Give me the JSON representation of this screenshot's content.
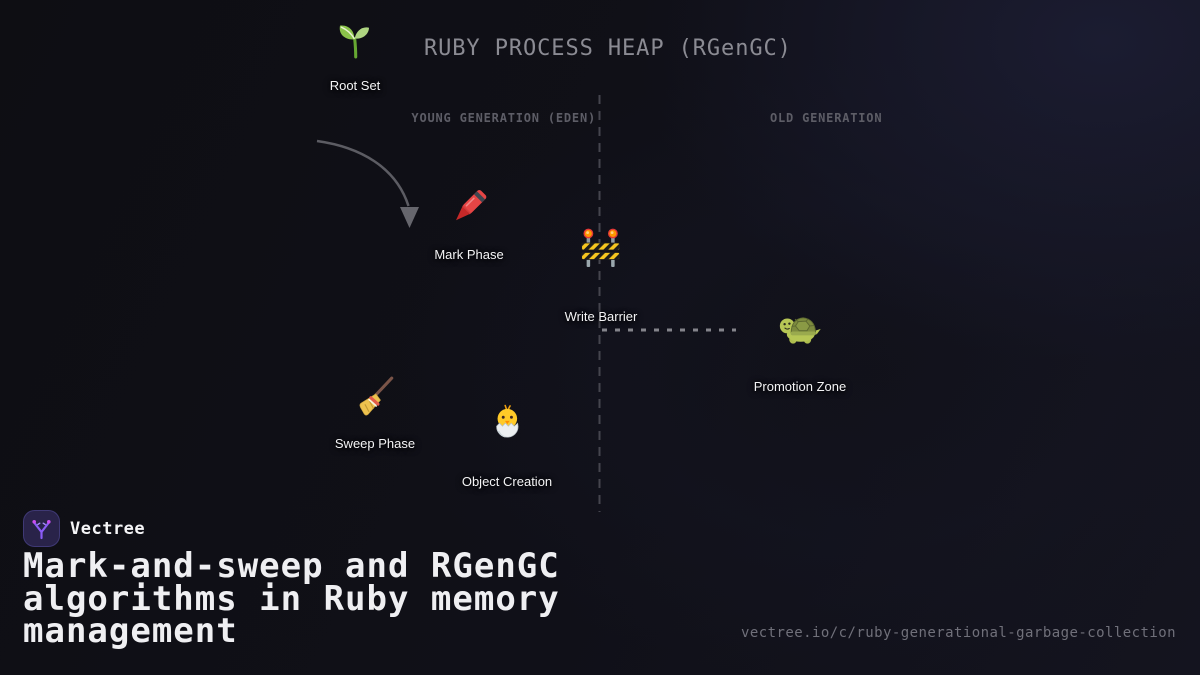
{
  "title": "RUBY PROCESS HEAP (RGenGC)",
  "regions": {
    "young": "YOUNG GENERATION (EDEN)",
    "old": "OLD GENERATION"
  },
  "nodes": [
    {
      "id": "root-set",
      "icon": "seedling",
      "label": "Root Set"
    },
    {
      "id": "mark-phase",
      "icon": "crayon",
      "label": "Mark Phase"
    },
    {
      "id": "write-barrier",
      "icon": "construction-barrier",
      "label": "Write Barrier"
    },
    {
      "id": "promotion-zone",
      "icon": "turtle",
      "label": "Promotion Zone"
    },
    {
      "id": "sweep-phase",
      "icon": "broom",
      "label": "Sweep Phase"
    },
    {
      "id": "object-creation",
      "icon": "hatching-chick",
      "label": "Object Creation"
    }
  ],
  "connections": [
    {
      "from": "root-set",
      "to": "mark-phase",
      "style": "solid-arrow"
    },
    {
      "from": "write-barrier",
      "to": "promotion-zone",
      "style": "dashed"
    }
  ],
  "footer": {
    "brand": "Vectree",
    "heading_line1": "Mark-and-sweep and RGenGC",
    "heading_line2": "algorithms in Ruby memory",
    "heading_line3": "management",
    "url": "vectree.io/c/ruby-generational-garbage-collection"
  },
  "colors": {
    "background": "#0f0f15",
    "background_tint": "#1b1c31",
    "title_text": "#8b8b93",
    "region_text": "#5d5d66",
    "node_label_text": "#f4f4f6",
    "divider_dash": "#45454e",
    "connector_dash": "#84848b",
    "arrow": "#5c5c63",
    "heading_text": "#efeff2",
    "url_text": "#70707a",
    "logo_background": "#292349",
    "logo_purple": "#8b5cf6",
    "logo_magenta": "#c94ef0"
  }
}
